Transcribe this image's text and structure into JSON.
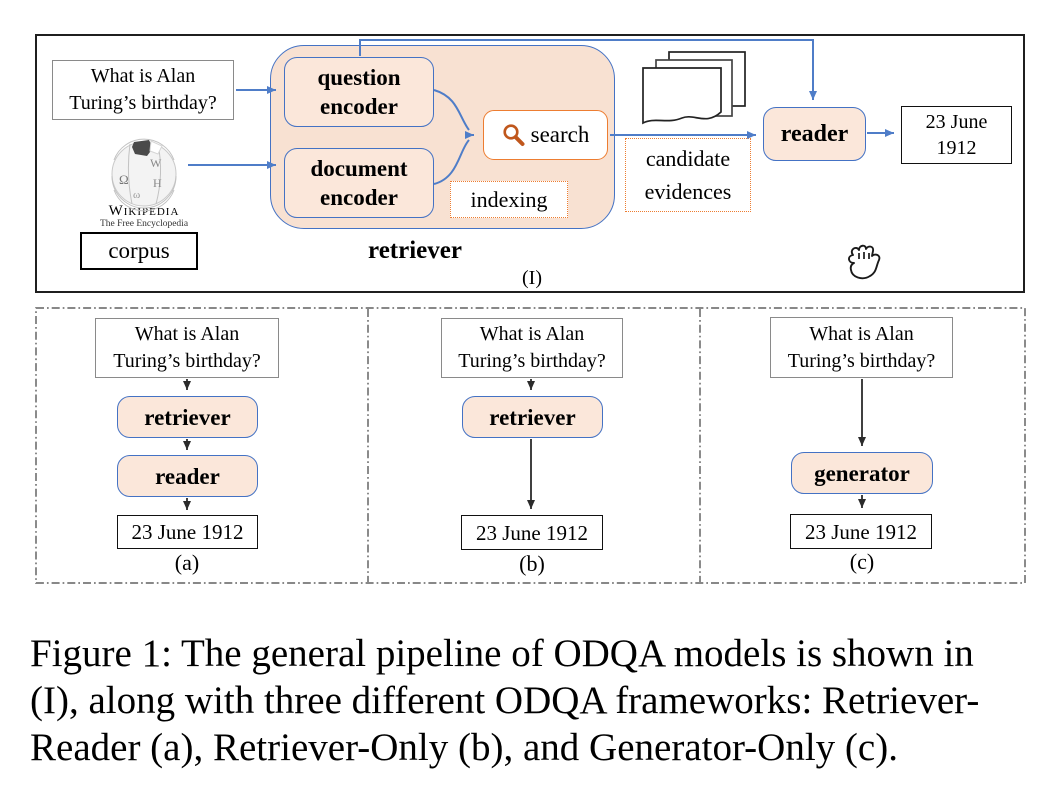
{
  "main_panel": {
    "question": {
      "line1": "What is Alan",
      "line2": "Turing’s birthday?"
    },
    "wikipedia": {
      "title": "Wikipedia",
      "tagline": "The Free Encyclopedia"
    },
    "corpus_label": "corpus",
    "question_encoder": {
      "line1": "question",
      "line2": "encoder"
    },
    "document_encoder": {
      "line1": "document",
      "line2": "encoder"
    },
    "search_label": "search",
    "indexing_label": "indexing",
    "retriever_label": "retriever",
    "candidate_evidences": {
      "line1": "candidate",
      "line2": "evidences"
    },
    "reader_label": "reader",
    "answer": {
      "line1": "23 June",
      "line2": "1912"
    },
    "panel_label": "(I)"
  },
  "sub_panels": [
    {
      "question_line1": "What is Alan",
      "question_line2": "Turing’s birthday?",
      "box1": "retriever",
      "box2": "reader",
      "answer": "23 June 1912",
      "label": "(a)"
    },
    {
      "question_line1": "What is Alan",
      "question_line2": "Turing’s birthday?",
      "box1": "retriever",
      "answer": "23 June 1912",
      "label": "(b)"
    },
    {
      "question_line1": "What is Alan",
      "question_line2": "Turing’s birthday?",
      "box1": "generator",
      "answer": "23 June 1912",
      "label": "(c)"
    }
  ],
  "caption": {
    "line1": "Figure 1: The general pipeline of ODQA models is shown in",
    "line2": "(I), along with three different ODQA frameworks: Retriever-",
    "line3": "Reader (a), Retriever-Only (b), and Generator-Only (c)."
  },
  "icons": {
    "magnifier": "search-magnifier-icon",
    "documents": "candidate-documents-stack-icon",
    "wikipedia_globe": "wikipedia-globe-icon",
    "grab_hand": "grab-hand-cursor-icon"
  },
  "colors": {
    "peach_fill": "#fbe7da",
    "container_fill": "#f8e1d2",
    "blue_border": "#4472c4",
    "blue_arrow": "#4f7dc8",
    "orange_border": "#ed7d31",
    "magnifier_orange": "#c0571c",
    "black_arrow": "#2b2b2b"
  }
}
